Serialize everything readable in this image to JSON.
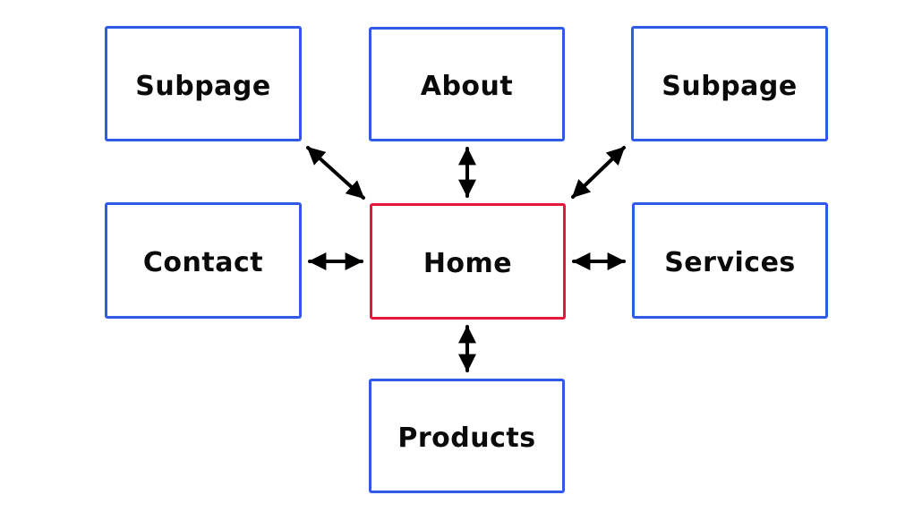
{
  "diagram": {
    "type": "sitemap",
    "nodes": {
      "subpage_left": {
        "label": "Subpage",
        "role": "page"
      },
      "about": {
        "label": "About",
        "role": "page"
      },
      "subpage_right": {
        "label": "Subpage",
        "role": "page"
      },
      "contact": {
        "label": "Contact",
        "role": "page"
      },
      "home": {
        "label": "Home",
        "role": "root"
      },
      "services": {
        "label": "Services",
        "role": "page"
      },
      "products": {
        "label": "Products",
        "role": "page"
      }
    },
    "edges": [
      {
        "from": "home",
        "to": "subpage_left",
        "direction": "bidirectional"
      },
      {
        "from": "home",
        "to": "about",
        "direction": "bidirectional"
      },
      {
        "from": "home",
        "to": "subpage_right",
        "direction": "bidirectional"
      },
      {
        "from": "home",
        "to": "contact",
        "direction": "bidirectional"
      },
      {
        "from": "home",
        "to": "services",
        "direction": "bidirectional"
      },
      {
        "from": "home",
        "to": "products",
        "direction": "bidirectional"
      }
    ],
    "colors": {
      "page_box_border": "#2f5be8",
      "home_box_border": "#e8183c",
      "arrow": "#000000",
      "label_text": "#0a0a0a",
      "background": "#ffffff"
    }
  }
}
